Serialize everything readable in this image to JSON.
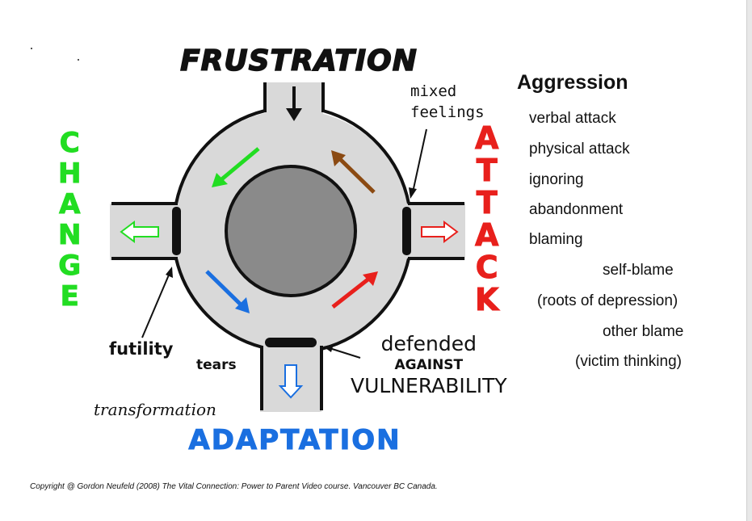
{
  "titles": {
    "top": "FRUSTRATION",
    "bottom": "ADAPTATION",
    "left": [
      "C",
      "H",
      "A",
      "N",
      "G",
      "E"
    ],
    "right": [
      "A",
      "T",
      "T",
      "A",
      "C",
      "K"
    ]
  },
  "labels": {
    "mixed_feelings": [
      "mixed",
      "feelings"
    ],
    "futility": "futility",
    "tears": "tears",
    "transformation": "transformation",
    "defended": [
      "defended",
      "AGAINST",
      "VULNERABILITY"
    ]
  },
  "aggression": {
    "title": "Aggression",
    "items": [
      "verbal attack",
      "physical attack",
      "ignoring",
      "abandonment",
      "blaming",
      "self-blame",
      "(roots of depression)",
      "other blame",
      "(victim thinking)"
    ]
  },
  "copyright": "Copyright @ Gordon Neufeld (2008) The Vital Connection: Power to Parent Video course. Vancouver BC Canada.",
  "colors": {
    "change": "#22dd22",
    "attack": "#e8201c",
    "adaptation": "#1a6fe0",
    "frustration": "#111111",
    "road": "#d9d9d9",
    "center": "#8a8a8a",
    "arrow_brown": "#8b4a12"
  },
  "icons": [
    "down-arrow-icon",
    "hollow-left-arrow-icon",
    "hollow-right-arrow-icon",
    "hollow-down-arrow-icon"
  ]
}
